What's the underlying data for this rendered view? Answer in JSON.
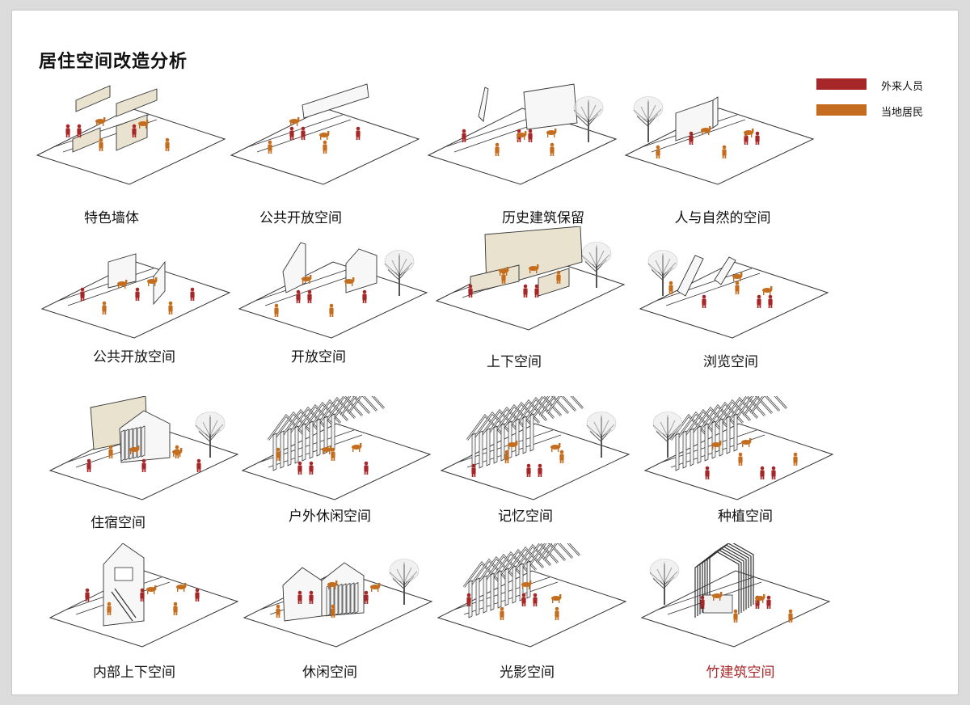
{
  "title": "居住空间改造分析",
  "legend": [
    {
      "label": "外来人员",
      "color": "#a72628"
    },
    {
      "label": "当地居民",
      "color": "#c46d1e"
    }
  ],
  "colors": {
    "visitor": "#a72628",
    "local": "#c46d1e",
    "stone": "#e8e2cf",
    "line": "#333333"
  },
  "panels": [
    {
      "label": "特色墙体",
      "kind": "walls",
      "tree": false
    },
    {
      "label": "公共开放空间",
      "kind": "longwall",
      "tree": false
    },
    {
      "label": "历史建筑保留",
      "kind": "frame",
      "tree": true
    },
    {
      "label": "人与自然的空间",
      "kind": "panelwall",
      "tree": true
    },
    {
      "label": "公共开放空间",
      "kind": "corner",
      "tree": false
    },
    {
      "label": "开放空间",
      "kind": "gables",
      "tree": true
    },
    {
      "label": "上下空间",
      "kind": "bigwall",
      "tree": true
    },
    {
      "label": "浏览空间",
      "kind": "fins",
      "tree": true
    },
    {
      "label": "住宿空间",
      "kind": "house",
      "tree": true
    },
    {
      "label": "户外休闲空间",
      "kind": "slats",
      "tree": false
    },
    {
      "label": "记忆空间",
      "kind": "slats",
      "tree": true
    },
    {
      "label": "种植空间",
      "kind": "slats",
      "tree": true
    },
    {
      "label": "内部上下空间",
      "kind": "tower",
      "tree": false
    },
    {
      "label": "休闲空间",
      "kind": "twinhouse",
      "tree": true
    },
    {
      "label": "光影空间",
      "kind": "slats",
      "tree": false
    },
    {
      "label": "竹建筑空间",
      "kind": "cage",
      "tree": true
    }
  ],
  "highlight_label_color": "#a72628"
}
